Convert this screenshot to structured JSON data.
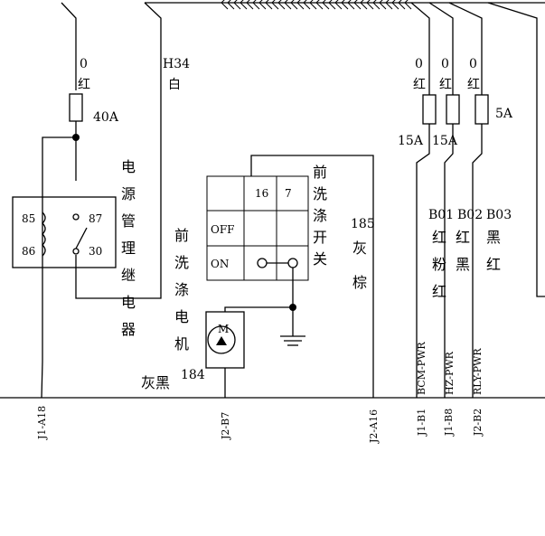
{
  "wires": {
    "w1": {
      "code": "0",
      "color": "红"
    },
    "w2": {
      "code": "H34",
      "color": "白"
    },
    "w3": {
      "code": "0",
      "color": "红"
    },
    "w4": {
      "code": "0",
      "color": "红"
    },
    "w5": {
      "code": "0",
      "color": "红"
    },
    "w6": {
      "code": "185",
      "color1": "灰",
      "color2": "棕"
    },
    "w7": {
      "code": "184",
      "color": "灰黑"
    },
    "b01": {
      "code": "B01",
      "c1": "红",
      "c2": "粉",
      "c3": "红"
    },
    "b02": {
      "code": "B02",
      "c1": "红",
      "c2": "黑"
    },
    "b03": {
      "code": "B03",
      "c1": "黑",
      "c2": "红"
    }
  },
  "fuses": {
    "main": "40A",
    "f1": "15A",
    "f2": "15A",
    "f3": "5A"
  },
  "relay": {
    "pins": [
      "85",
      "86",
      "87",
      "30"
    ],
    "label": [
      "电",
      "源",
      "管",
      "理",
      "继",
      "电",
      "器"
    ]
  },
  "switch": {
    "label": [
      "前",
      "洗",
      "涤",
      "开",
      "关"
    ],
    "cols": [
      "16",
      "7"
    ],
    "rows": [
      "OFF",
      "ON"
    ]
  },
  "motor": {
    "label": [
      "前",
      "洗",
      "涤",
      "电",
      "机"
    ],
    "symbol": "M"
  },
  "signals": {
    "s1": "BCM-PWR",
    "s2": "HZ-PWR",
    "s3": "RLY-PWR"
  },
  "connectors": {
    "c1": "J1-A18",
    "c2": "J2-B7",
    "c3": "J2-A16",
    "c4": "J1-B1",
    "c5": "J1-B8",
    "c6": "J2-B2"
  }
}
